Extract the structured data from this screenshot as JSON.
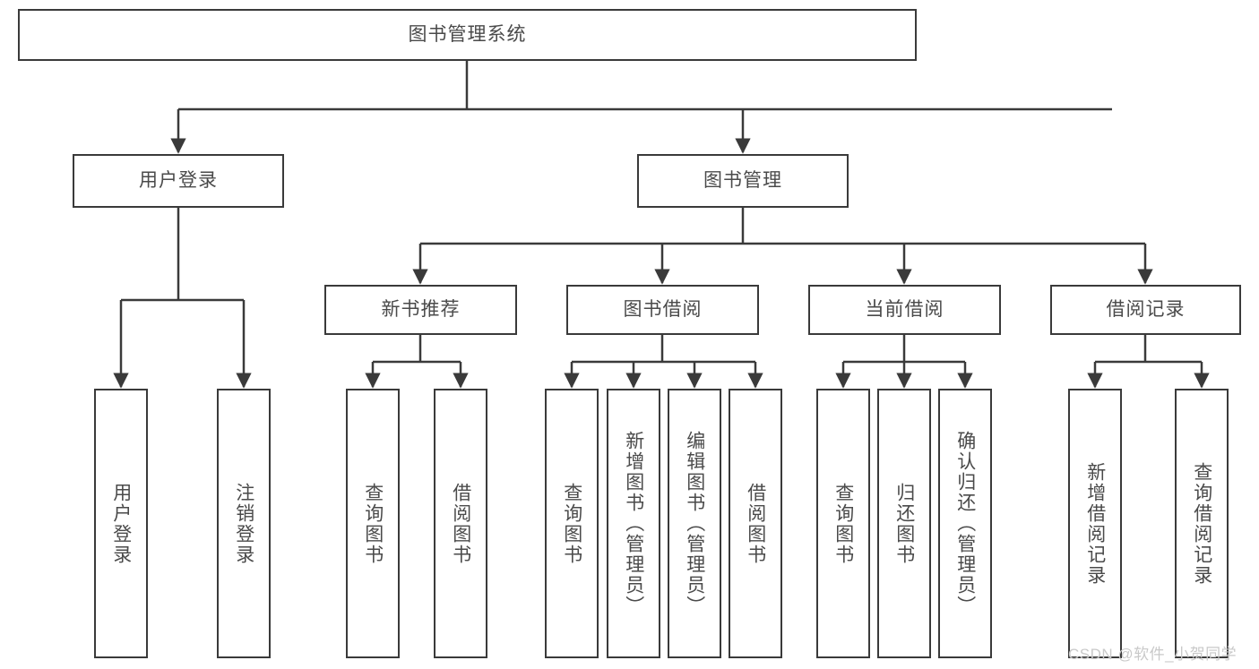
{
  "diagram": {
    "title": "图书管理系统",
    "root": {
      "label": "图书管理系统"
    },
    "level2": [
      {
        "label": "用户登录"
      },
      {
        "label": "图书管理"
      }
    ],
    "level3": [
      {
        "label": "新书推荐"
      },
      {
        "label": "图书借阅"
      },
      {
        "label": "当前借阅"
      },
      {
        "label": "借阅记录"
      }
    ],
    "leaves": {
      "user_login": [
        {
          "label": "用户登录"
        },
        {
          "label": "注销登录"
        }
      ],
      "new_book_recommend": [
        {
          "label": "查询图书"
        },
        {
          "label": "借阅图书"
        }
      ],
      "book_borrow": [
        {
          "label": "查询图书"
        },
        {
          "label": "新增图书（管理员）"
        },
        {
          "label": "编辑图书（管理员）"
        },
        {
          "label": "借阅图书"
        }
      ],
      "current_borrow": [
        {
          "label": "查询图书"
        },
        {
          "label": "归还图书"
        },
        {
          "label": "确认归还（管理员）"
        }
      ],
      "borrow_record": [
        {
          "label": "新增借阅记录"
        },
        {
          "label": "查询借阅记录"
        }
      ]
    }
  },
  "watermark": {
    "text": "CSDN @软件_小贺同学"
  },
  "colors": {
    "stroke": "#3a3a3a",
    "text": "#4a4a4a",
    "background": "#ffffff",
    "watermark": "#c9c9c9"
  }
}
